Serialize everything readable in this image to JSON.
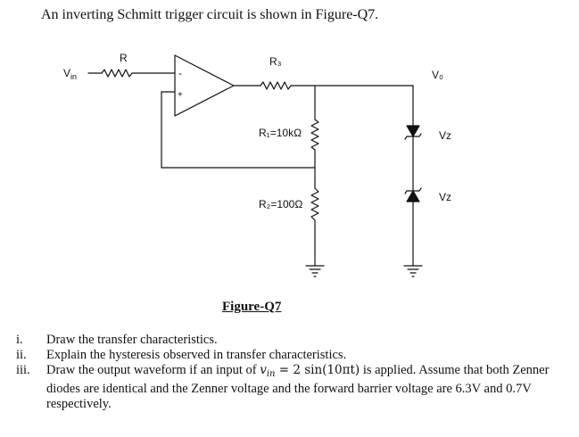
{
  "intro": "An inverting Schmitt trigger circuit is shown in Figure-Q7.",
  "circuit": {
    "vin_base": "V",
    "vin_sub": "in",
    "r_label": "R",
    "r3_label": "R₃",
    "r1_label": "R₁=10kΩ",
    "r2_label": "R₂=100Ω",
    "vo_label": "V₀",
    "vz_top_label": "Vz",
    "vz_bottom_label": "Vz",
    "opamp_minus": "-",
    "opamp_plus": "+"
  },
  "caption": "Figure-Q7",
  "questions": [
    {
      "num": "i.",
      "text": "Draw the transfer characteristics."
    },
    {
      "num": "ii.",
      "text": "Explain the hysteresis observed in transfer characteristics."
    },
    {
      "num": "iii.",
      "before": "Draw the output waveform if an input of ",
      "math_var": "v",
      "math_sub": "in",
      "math_expr": " = 2 sin(10πt)",
      "after": " is applied. Assume that both Zenner diodes are identical and the Zenner voltage and the forward barrier voltage are 6.3V and 0.7V respectively."
    }
  ]
}
